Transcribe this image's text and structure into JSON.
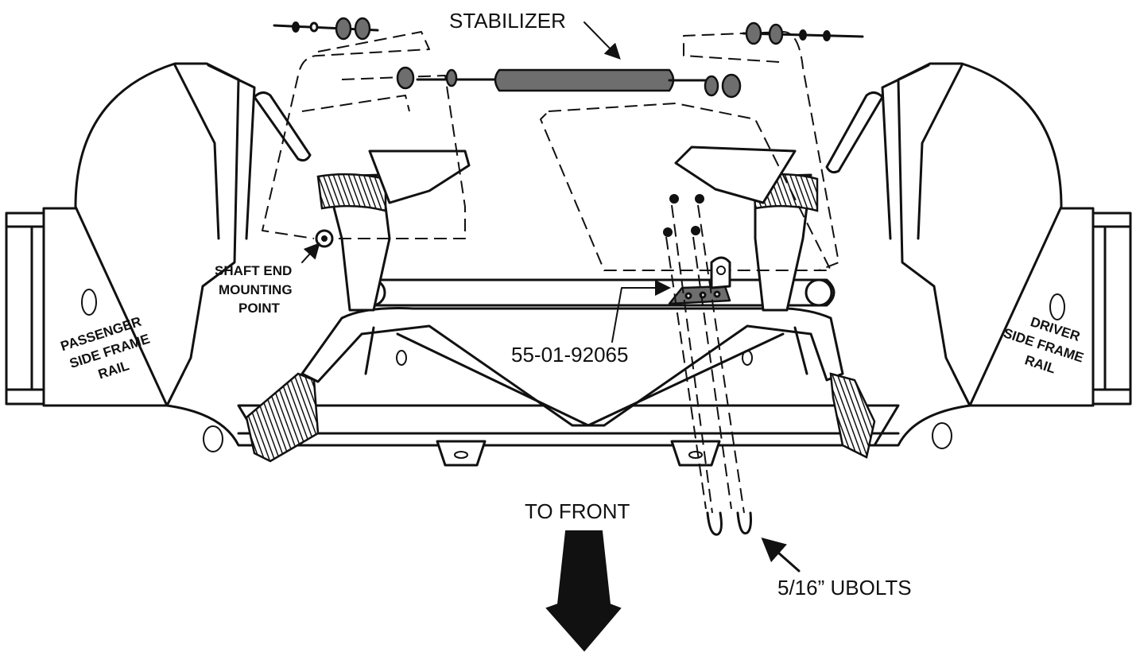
{
  "labels": {
    "stabilizer": "STABILIZER",
    "shaft_end_1": "SHAFT END",
    "shaft_end_2": "MOUNTING",
    "shaft_end_3": "POINT",
    "passenger_1": "PASSENGER",
    "passenger_2": "SIDE FRAME",
    "passenger_3": "RAIL",
    "driver_1": "DRIVER",
    "driver_2": "SIDE FRAME",
    "driver_3": "RAIL",
    "part_number": "55-01-92065",
    "to_front": "TO FRONT",
    "ubolts": "5/16” UBOLTS"
  }
}
